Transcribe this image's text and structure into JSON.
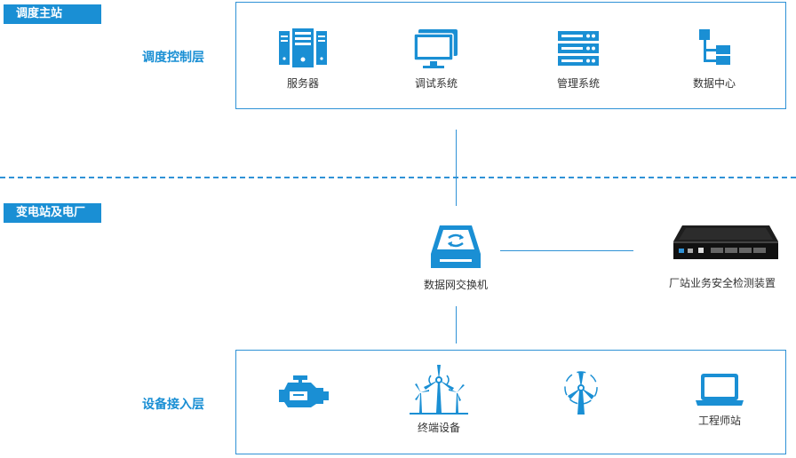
{
  "sections": {
    "master_station": "调度主站",
    "substation": "变电站及电厂"
  },
  "layers": {
    "control": "调度控制层",
    "device_access": "设备接入层"
  },
  "control_items": [
    {
      "label": "服务器",
      "icon": "server-icon"
    },
    {
      "label": "调试系统",
      "icon": "monitor-icon"
    },
    {
      "label": "管理系统",
      "icon": "rack-icon"
    },
    {
      "label": "数据中心",
      "icon": "data-tree-icon"
    }
  ],
  "middle": {
    "switch_label": "数据网交换机",
    "device_label": "厂站业务安全检测装置"
  },
  "terminal_items": [
    {
      "label": "",
      "icon": "engine-icon"
    },
    {
      "label": "终端设备",
      "icon": "wind-turbines-icon"
    },
    {
      "label": "",
      "icon": "wind-turbine-icon"
    },
    {
      "label": "工程师站",
      "icon": "laptop-icon"
    }
  ],
  "colors": {
    "accent": "#1a8fd4",
    "line": "#2f92d6",
    "text": "#333333"
  }
}
